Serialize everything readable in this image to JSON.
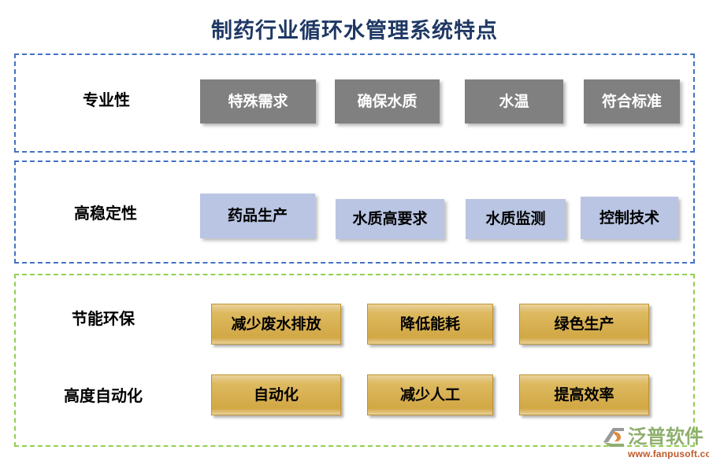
{
  "page": {
    "title": "制药行业循环水管理系统特点",
    "title_color": "#1F3864",
    "background": "#ffffff"
  },
  "sections": [
    {
      "id": "professional",
      "frame_color": "#4472C4",
      "frame_style": "dashed",
      "rows": [
        {
          "label": "专业性",
          "chip_style": "gray",
          "chip_bg": "#808080",
          "chip_text_color": "#ffffff",
          "chips": [
            {
              "label": "特殊需求"
            },
            {
              "label": "确保水质"
            },
            {
              "label": "水温"
            },
            {
              "label": "符合标准"
            }
          ]
        }
      ]
    },
    {
      "id": "stability",
      "frame_color": "#4472C4",
      "frame_style": "dashed",
      "rows": [
        {
          "label": "高稳定性",
          "chip_style": "blue",
          "chip_bg": "#B9C5E3",
          "chip_text_color": "#000000",
          "chips": [
            {
              "label": "药品生产"
            },
            {
              "label": "水质高要求"
            },
            {
              "label": "水质监测"
            },
            {
              "label": "控制技术"
            }
          ]
        }
      ]
    },
    {
      "id": "green",
      "frame_color": "#92D050",
      "frame_style": "dashed",
      "rows": [
        {
          "label": "节能环保",
          "chip_style": "gold",
          "chip_bg": "#D6AE4F",
          "chip_text_color": "#000000",
          "chips": [
            {
              "label": "减少废水排放"
            },
            {
              "label": "降低能耗"
            },
            {
              "label": "绿色生产"
            }
          ]
        },
        {
          "label": "高度自动化",
          "chip_style": "gold",
          "chip_bg": "#D6AE4F",
          "chip_text_color": "#000000",
          "chips": [
            {
              "label": "自动化"
            },
            {
              "label": "减少人工"
            },
            {
              "label": "提高效率"
            }
          ]
        }
      ]
    }
  ],
  "logo": {
    "name": "泛普软件",
    "url": "www.fanpusoft.com",
    "word_color": "#8FAF6E",
    "url_color": "#C05A2A",
    "mark_colors": {
      "swoosh": "#9A9A9A",
      "accent": "#E08A3C",
      "leaf": "#8FAF6E"
    }
  }
}
